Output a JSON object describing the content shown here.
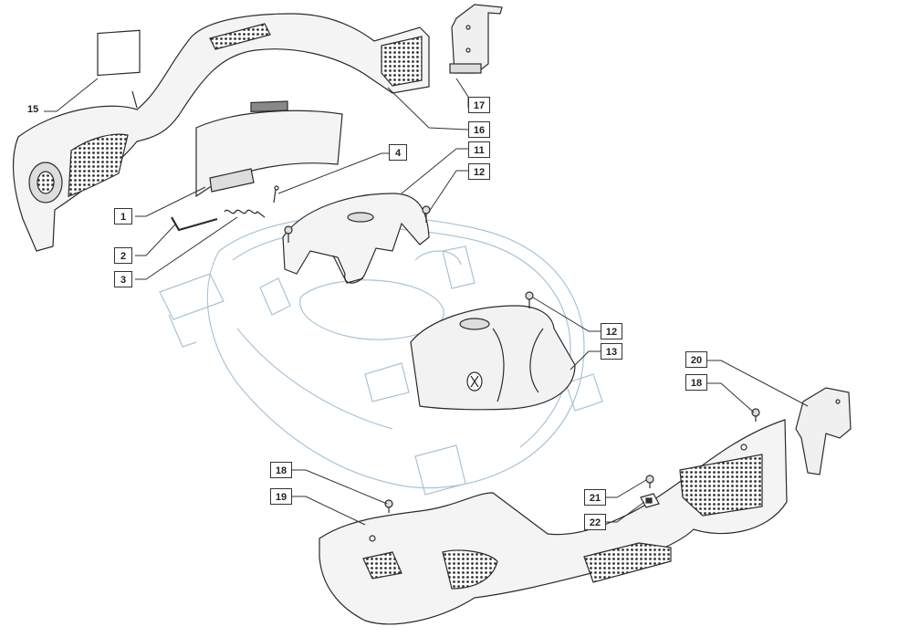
{
  "callouts": [
    {
      "id": "15",
      "label": "15"
    },
    {
      "id": "17",
      "label": "17"
    },
    {
      "id": "16",
      "label": "16"
    },
    {
      "id": "4",
      "label": "4"
    },
    {
      "id": "11",
      "label": "11"
    },
    {
      "id": "12a",
      "label": "12"
    },
    {
      "id": "1",
      "label": "1"
    },
    {
      "id": "2",
      "label": "2"
    },
    {
      "id": "3",
      "label": "3"
    },
    {
      "id": "12b",
      "label": "12"
    },
    {
      "id": "13",
      "label": "13"
    },
    {
      "id": "20",
      "label": "20"
    },
    {
      "id": "18a",
      "label": "18"
    },
    {
      "id": "18b",
      "label": "18"
    },
    {
      "id": "19",
      "label": "19"
    },
    {
      "id": "21",
      "label": "21"
    },
    {
      "id": "22",
      "label": "22"
    }
  ],
  "colors": {
    "part_outline": "#2b2b2b",
    "deck_outline": "#a9c3d6",
    "leader_line": "#333333",
    "part_shade": "#e9e9e9"
  }
}
